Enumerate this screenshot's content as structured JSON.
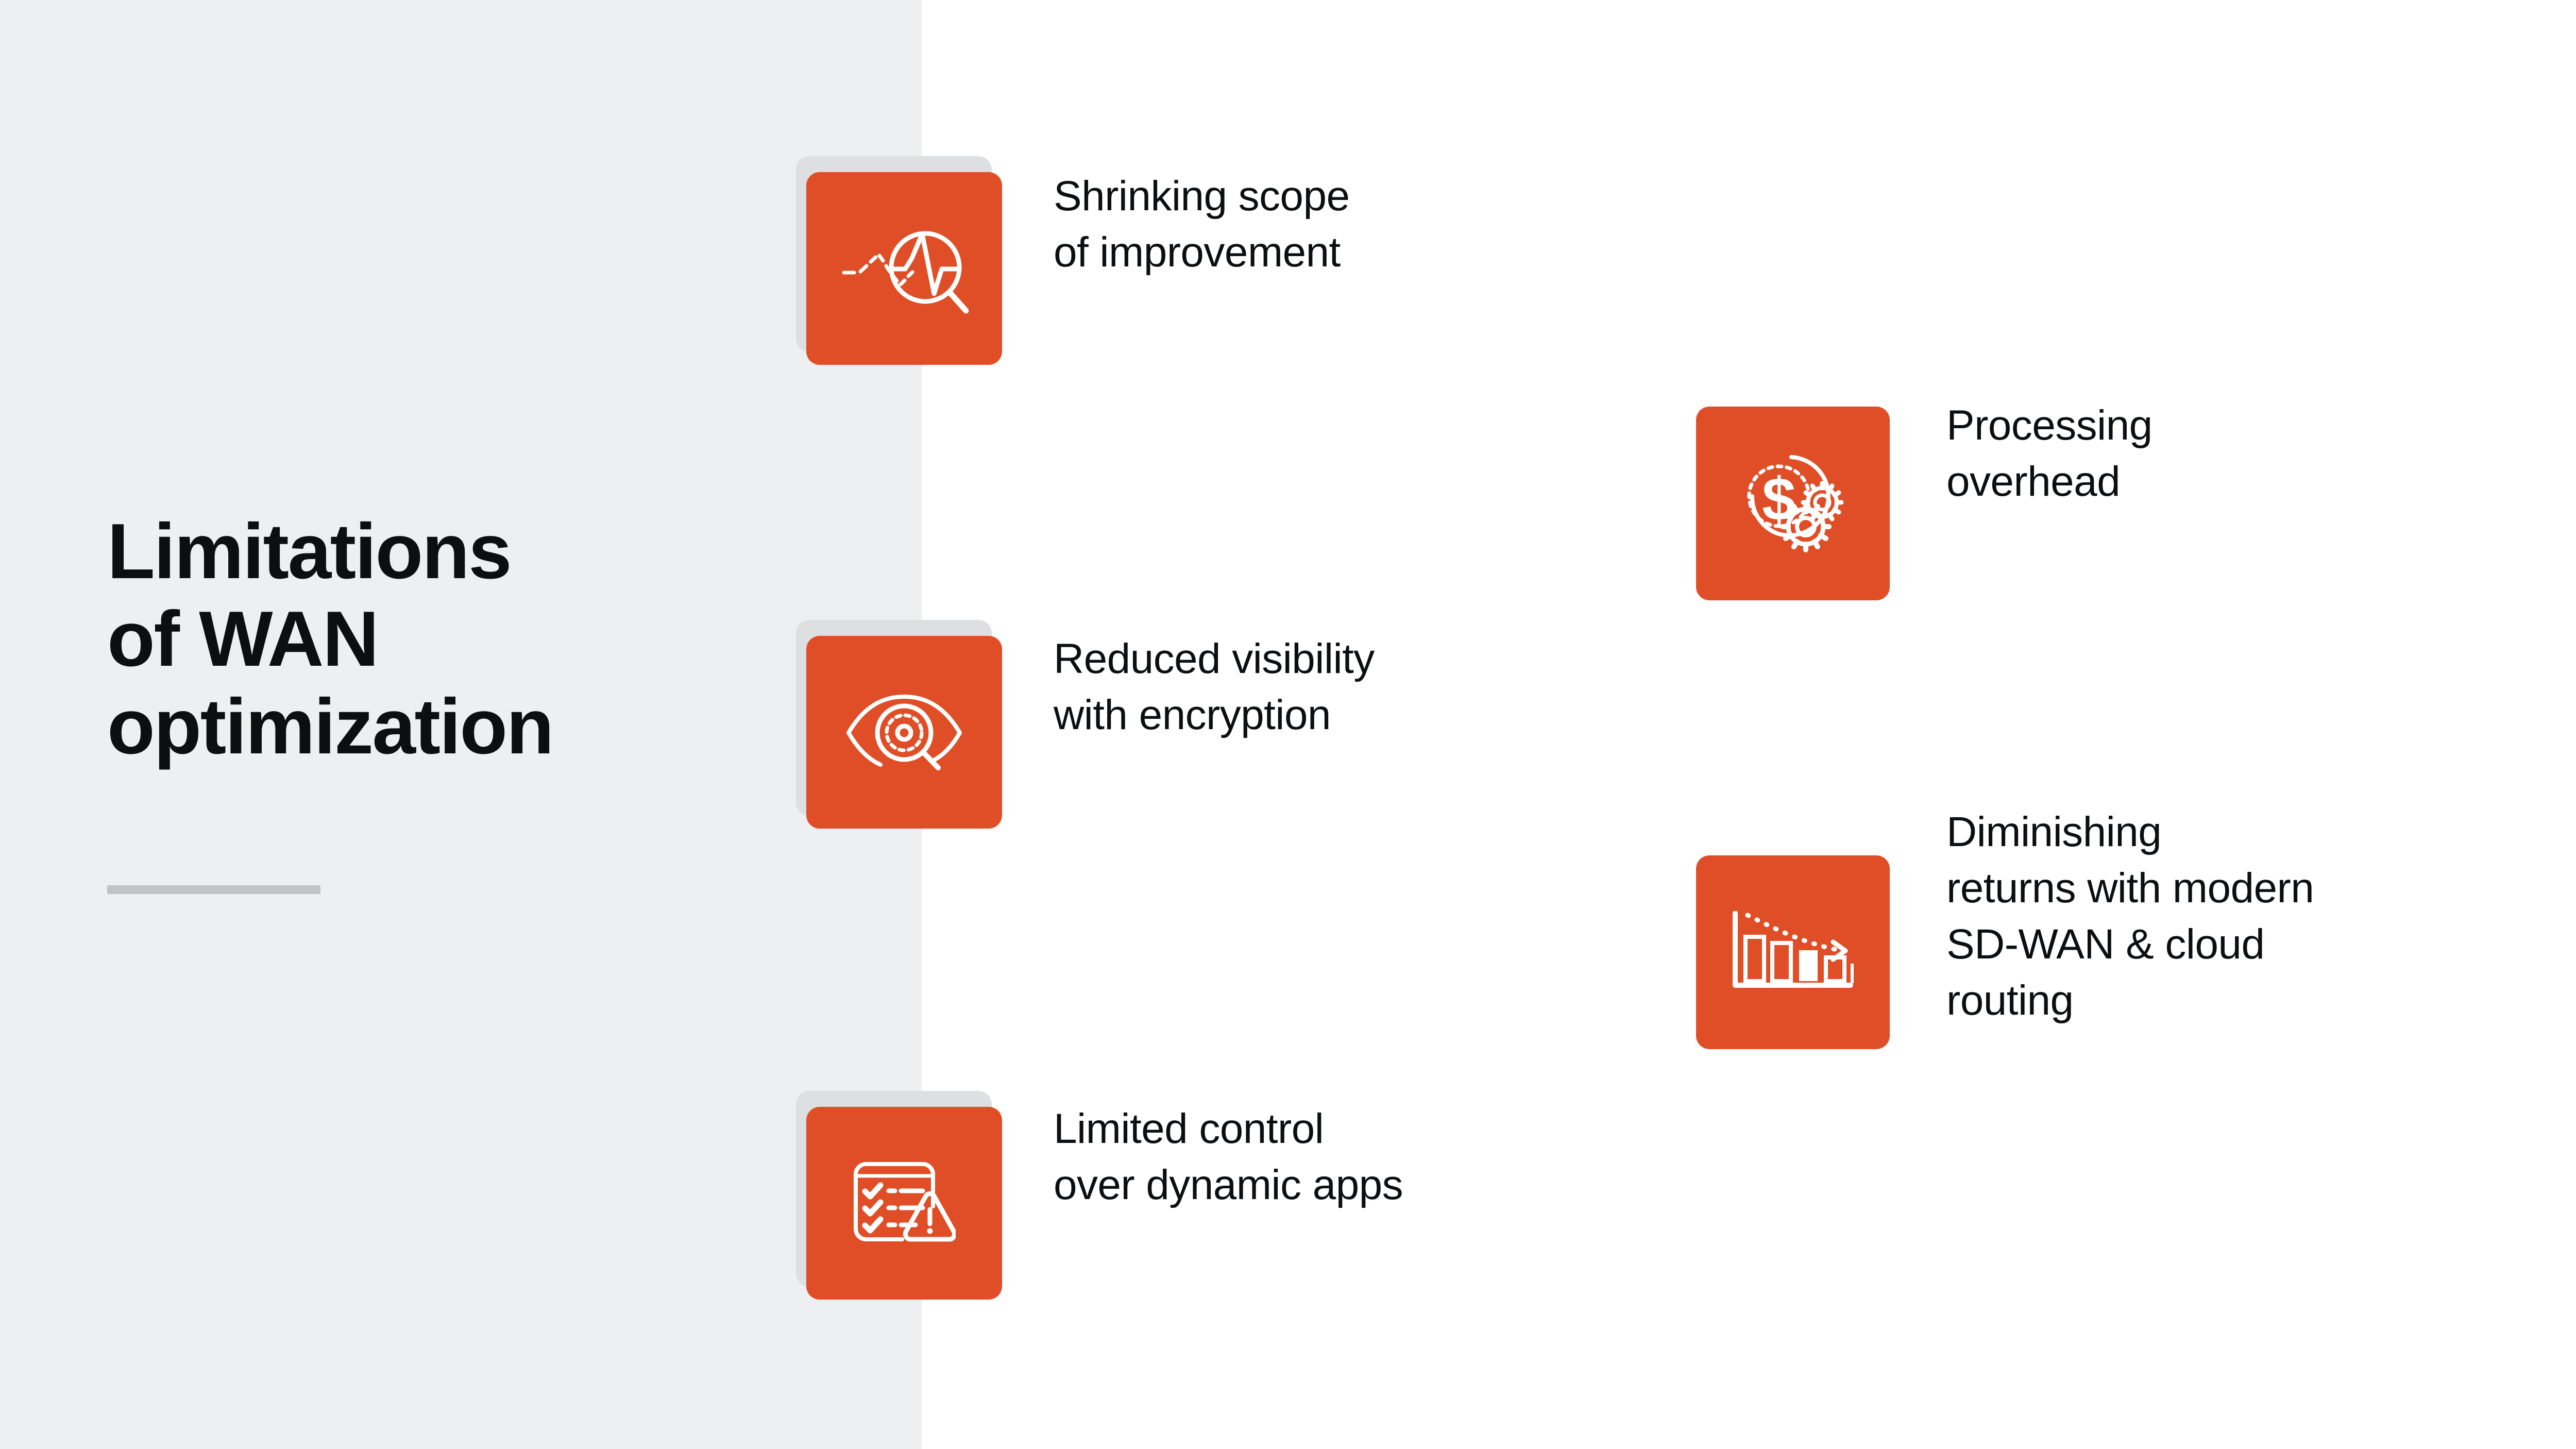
{
  "slide": {
    "background_color": "#ffffff",
    "left_panel_color": "#edeff0",
    "accent_color": "#df4e26",
    "tile_shadow_color": "#dddfe0",
    "text_color": "#0c0e10",
    "rule_color": "#c0c2c4"
  },
  "title": {
    "text": "Limitations\nof WAN\noptimization"
  },
  "items": [
    {
      "id": "shrinking-scope",
      "icon": "magnifier-pulse-icon",
      "label": "Shrinking scope\nof improvement",
      "column": "left",
      "has_shadow": true
    },
    {
      "id": "reduced-visibility",
      "icon": "eye-magnifier-icon",
      "label": "Reduced visibility\nwith encryption",
      "column": "left",
      "has_shadow": true
    },
    {
      "id": "limited-control",
      "icon": "checklist-warning-icon",
      "label": "Limited control\nover dynamic apps",
      "column": "left",
      "has_shadow": true
    },
    {
      "id": "processing-overhead",
      "icon": "dollar-gears-icon",
      "label": "Processing\noverhead",
      "column": "right",
      "has_shadow": false
    },
    {
      "id": "diminishing-returns",
      "icon": "declining-bar-chart-icon",
      "label": "Diminishing\nreturns with modern\nSD-WAN & cloud\nrouting",
      "column": "right",
      "has_shadow": false
    }
  ]
}
